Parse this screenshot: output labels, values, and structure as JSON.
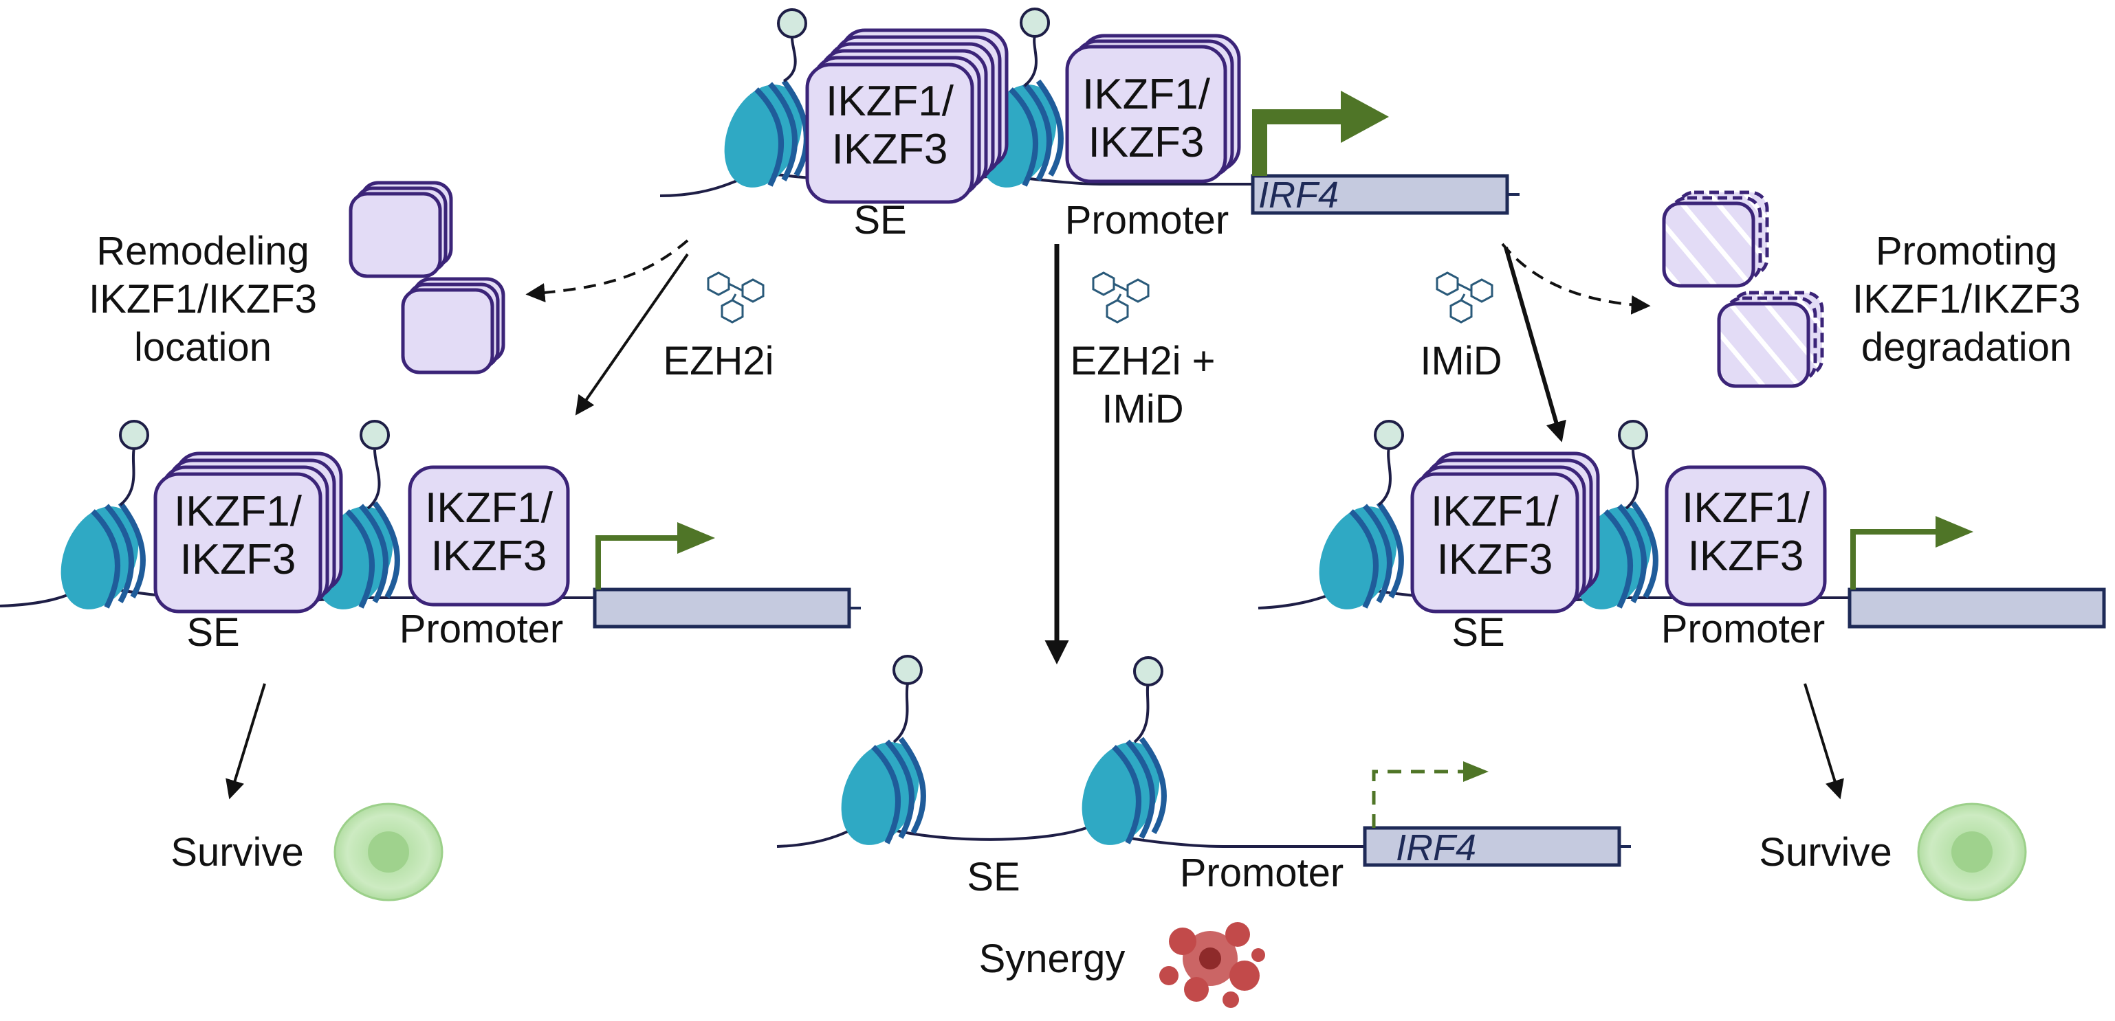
{
  "colors": {
    "complex_fill": "#e3dcf6",
    "complex_stroke": "#3b2478",
    "nucleosome": "#2fa9c4",
    "nucleosome_dark": "#1f5c9a",
    "dna": "#1e1e46",
    "mark_fill": "#d3e9df",
    "gene_fill": "#c5cadf",
    "gene_stroke": "#1e2a57",
    "tss_arrow": "#4f7527",
    "cell_fill": "#bfe5b1",
    "dying_cell": "#c24a4a"
  },
  "labels": {
    "complex": "IKZF1/ IKZF3",
    "complex_line1": "IKZF1/",
    "complex_line2": "IKZF3",
    "se": "SE",
    "promoter": "Promoter",
    "gene": "IRF4"
  },
  "treatments": {
    "left": "EZH2i",
    "center_line1": "EZH2i +",
    "center_line2": "IMiD",
    "right": "IMiD"
  },
  "effects": {
    "left_line1": "Remodeling",
    "left_line2": "IKZF1/IKZF3",
    "left_line3": "location",
    "right_line1": "Promoting",
    "right_line2": "IKZF1/IKZF3",
    "right_line3": "degradation"
  },
  "outcomes": {
    "left": "Survive",
    "right": "Survive",
    "center": "Synergy"
  },
  "icons": [
    "nucleosome-icon",
    "histone-mark-icon",
    "transcription-arrow-icon",
    "drug-molecule-icon",
    "cell-icon",
    "dying-cell-icon"
  ]
}
